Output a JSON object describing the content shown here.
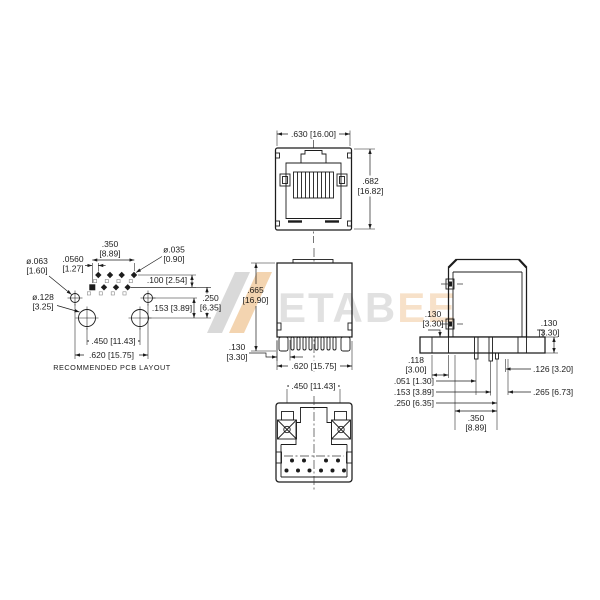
{
  "drawing": {
    "type": "technical-drawing",
    "subject": "RJ45 modular jack connector dimensional drawing",
    "line_color": "#1c1c1c",
    "background": "#ffffff"
  },
  "front_view": {
    "dim_width": ".630 [16.00]",
    "dim_height_in": ".682",
    "dim_height_mm": "[16.82]"
  },
  "pcb_layout": {
    "caption": "RECOMMENDED PCB LAYOUT",
    "dim_span_in": ".350",
    "dim_span_mm": "[8.89]",
    "dim_offset_in": ".0560",
    "dim_offset_mm": "[1.27]",
    "dim_pad_dia_in": "ø.035",
    "dim_pad_dia_mm": "[0.90]",
    "dim_pitch": ".100 [2.54]",
    "dim_hole_small_in": "ø.063",
    "dim_hole_small_mm": "[1.60]",
    "dim_hole_large_in": "ø.128",
    "dim_hole_large_mm": "[3.25]",
    "dim_row_153": ".153 [3.89]",
    "dim_row_250_in": ".250",
    "dim_row_250_mm": "[6.35]",
    "dim_hole_span_450": ".450 [11.43]",
    "dim_hole_span_620": ".620 [15.75]"
  },
  "rear_view": {
    "dim_height_in": ".665",
    "dim_height_mm": "[16.90]",
    "dim_pin_in": ".130",
    "dim_pin_mm": "[3.30]",
    "dim_width": ".620 [15.75]"
  },
  "bottom_view": {
    "dim_post_span": ".450 [11.43]"
  },
  "side_view": {
    "dim_tab_in": ".130",
    "dim_tab_mm": "[3.30]",
    "dim_flange_in": ".130",
    "dim_flange_mm": "[3.30]",
    "dim_118_in": ".118",
    "dim_118_mm": "[3.00]",
    "dim_051": ".051 [1.30]",
    "dim_153": ".153 [3.89]",
    "dim_250": ".250 [6.35]",
    "dim_126": ".126 [3.20]",
    "dim_265": ".265 [6.73]",
    "dim_350_in": ".350",
    "dim_350_mm": "[8.89]"
  },
  "watermark": {
    "gray_text": "ETAB",
    "orange_text": "EE",
    "gray": "#dcdcdc",
    "orange": "#f6dcc0",
    "slash_gray": "#d2d2d2",
    "slash_orange": "#f1cda2"
  }
}
